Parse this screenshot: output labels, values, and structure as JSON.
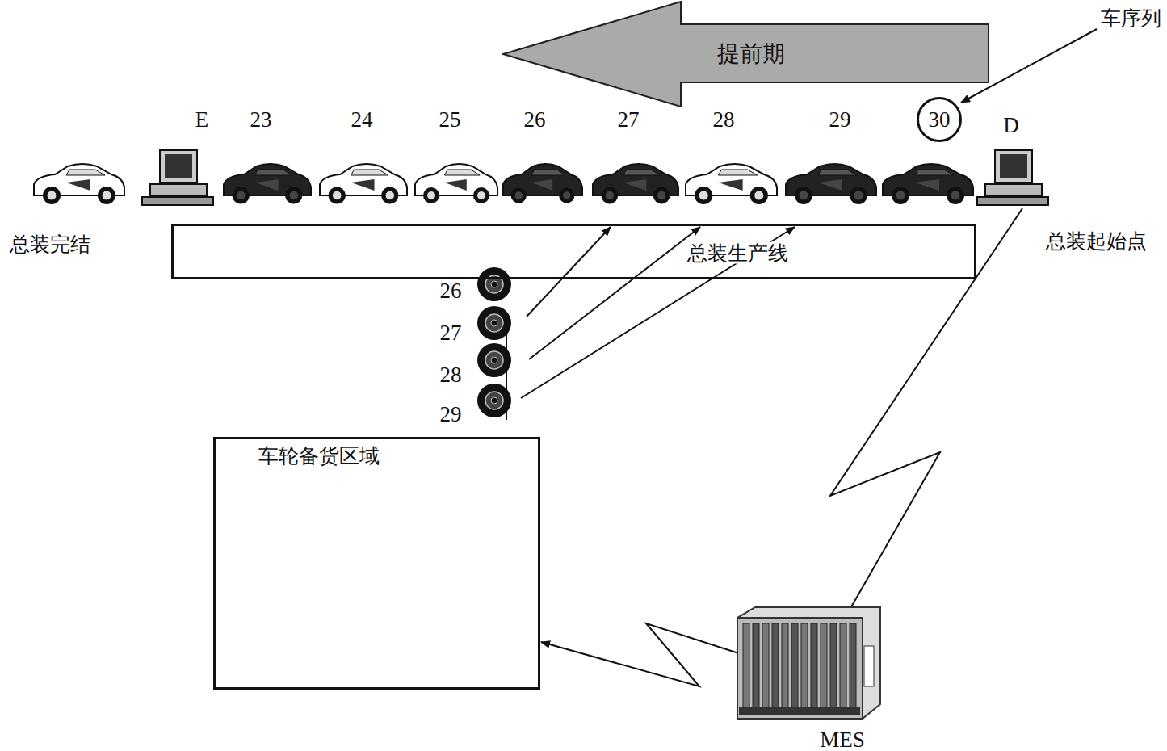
{
  "diagram": {
    "nodes": [
      {
        "text": [
          "提前期"
        ]
      },
      {
        "text": [
          "30"
        ]
      },
      {
        "text": [
          "总装生产线"
        ]
      },
      {
        "text": [
          "车轮备货区域"
        ]
      }
    ],
    "labels": [
      "车序列",
      "E",
      "23",
      "24",
      "25",
      "26",
      "27",
      "28",
      "29",
      "D",
      "总装完结",
      "总装起始点",
      "26",
      "27",
      "28",
      "29",
      "30",
      "MES"
    ]
  }
}
